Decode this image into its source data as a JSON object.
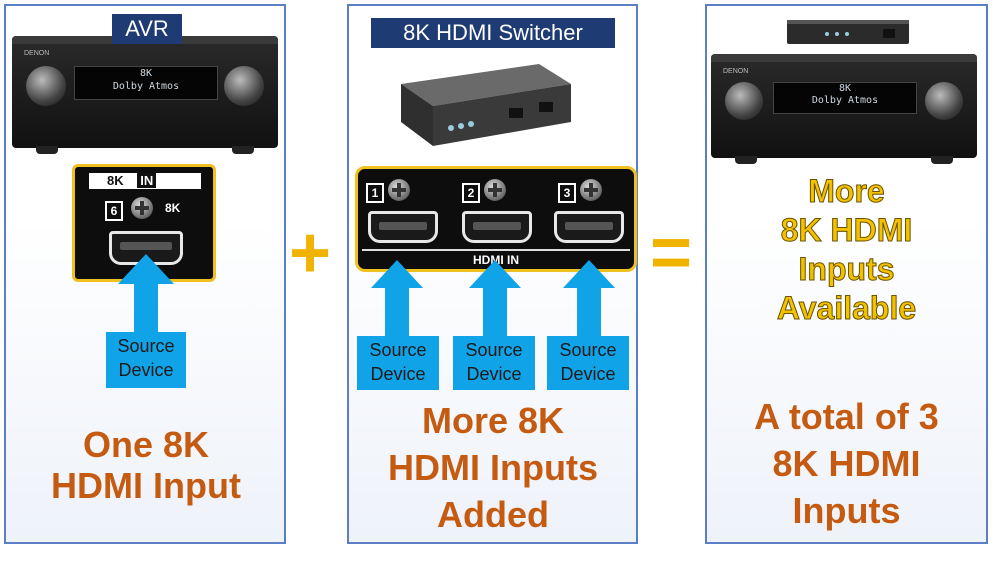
{
  "panel1": {
    "tag": "AVR",
    "avr": {
      "brand": "DENON",
      "display_line1": "8K",
      "display_line2": "Dolby Atmos"
    },
    "port": {
      "label": "8K",
      "label2": "IN",
      "number": "6",
      "badge": "8K"
    },
    "source": {
      "line1": "Source",
      "line2": "Device"
    },
    "caption": {
      "line1": "One 8K",
      "line2": "HDMI Input"
    }
  },
  "operator_plus": "+",
  "panel2": {
    "tag": "8K HDMI Switcher",
    "ports": [
      {
        "number": "1"
      },
      {
        "number": "2"
      },
      {
        "number": "3"
      }
    ],
    "ports_label": "HDMI IN",
    "sources": [
      {
        "line1": "Source",
        "line2": "Device"
      },
      {
        "line1": "Source",
        "line2": "Device"
      },
      {
        "line1": "Source",
        "line2": "Device"
      }
    ],
    "caption": {
      "line1": "More 8K",
      "line2": "HDMI Inputs",
      "line3": "Added"
    }
  },
  "operator_equals": "=",
  "panel3": {
    "avr": {
      "brand": "DENON",
      "display_line1": "8K",
      "display_line2": "Dolby Atmos"
    },
    "highlight": {
      "line1": "More",
      "line2": "8K HDMI",
      "line3": "Inputs",
      "line4": "Available"
    },
    "caption": {
      "line1": "A total of 3",
      "line2": "8K HDMI",
      "line3": "Inputs"
    }
  },
  "colors": {
    "panel_border": "#5b7ec7",
    "tag_bg": "#1f3b73",
    "arrow": "#11a3e8",
    "caption": "#c55a11",
    "highlight": "#f2c100",
    "port_frame": "#f0c020"
  }
}
